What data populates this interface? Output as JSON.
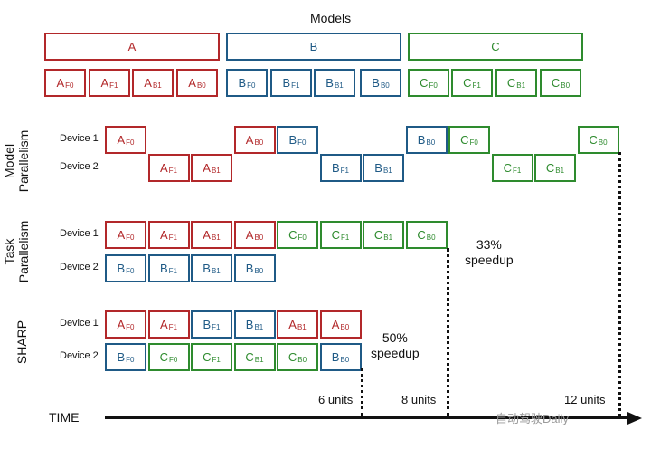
{
  "title": "Models",
  "models": [
    {
      "label": "A",
      "color": "red"
    },
    {
      "label": "B",
      "color": "blue"
    },
    {
      "label": "C",
      "color": "green"
    }
  ],
  "sub_blocks": [
    {
      "main": "A",
      "sub": "F0",
      "color": "red"
    },
    {
      "main": "A",
      "sub": "F1",
      "color": "red"
    },
    {
      "main": "A",
      "sub": "B1",
      "color": "red"
    },
    {
      "main": "A",
      "sub": "B0",
      "color": "red"
    },
    {
      "main": "B",
      "sub": "F0",
      "color": "blue"
    },
    {
      "main": "B",
      "sub": "F1",
      "color": "blue"
    },
    {
      "main": "B",
      "sub": "B1",
      "color": "blue"
    },
    {
      "main": "B",
      "sub": "B0",
      "color": "blue"
    },
    {
      "main": "C",
      "sub": "F0",
      "color": "green"
    },
    {
      "main": "C",
      "sub": "F1",
      "color": "green"
    },
    {
      "main": "C",
      "sub": "B1",
      "color": "green"
    },
    {
      "main": "C",
      "sub": "B0",
      "color": "green"
    }
  ],
  "sections": [
    {
      "name": "Model Parallelism",
      "rows": [
        {
          "device": "Device 1",
          "blocks": [
            {
              "main": "A",
              "sub": "F0",
              "color": "red",
              "slot": 0
            },
            {
              "main": "A",
              "sub": "B0",
              "color": "red",
              "slot": 3
            },
            {
              "main": "B",
              "sub": "F0",
              "color": "blue",
              "slot": 4
            },
            {
              "main": "B",
              "sub": "B0",
              "color": "blue",
              "slot": 7
            },
            {
              "main": "C",
              "sub": "F0",
              "color": "green",
              "slot": 8
            },
            {
              "main": "C",
              "sub": "B0",
              "color": "green",
              "slot": 11
            }
          ]
        },
        {
          "device": "Device 2",
          "blocks": [
            {
              "main": "A",
              "sub": "F1",
              "color": "red",
              "slot": 1
            },
            {
              "main": "A",
              "sub": "B1",
              "color": "red",
              "slot": 2
            },
            {
              "main": "B",
              "sub": "F1",
              "color": "blue",
              "slot": 5
            },
            {
              "main": "B",
              "sub": "B1",
              "color": "blue",
              "slot": 6
            },
            {
              "main": "C",
              "sub": "F1",
              "color": "green",
              "slot": 9
            },
            {
              "main": "C",
              "sub": "B1",
              "color": "green",
              "slot": 10
            }
          ]
        }
      ]
    },
    {
      "name": "Task Parallelism",
      "rows": [
        {
          "device": "Device 1",
          "blocks": [
            {
              "main": "A",
              "sub": "F0",
              "color": "red",
              "slot": 0
            },
            {
              "main": "A",
              "sub": "F1",
              "color": "red",
              "slot": 1
            },
            {
              "main": "A",
              "sub": "B1",
              "color": "red",
              "slot": 2
            },
            {
              "main": "A",
              "sub": "B0",
              "color": "red",
              "slot": 3
            },
            {
              "main": "C",
              "sub": "F0",
              "color": "green",
              "slot": 4
            },
            {
              "main": "C",
              "sub": "F1",
              "color": "green",
              "slot": 5
            },
            {
              "main": "C",
              "sub": "B1",
              "color": "green",
              "slot": 6
            },
            {
              "main": "C",
              "sub": "B0",
              "color": "green",
              "slot": 7
            }
          ]
        },
        {
          "device": "Device 2",
          "blocks": [
            {
              "main": "B",
              "sub": "F0",
              "color": "blue",
              "slot": 0
            },
            {
              "main": "B",
              "sub": "F1",
              "color": "blue",
              "slot": 1
            },
            {
              "main": "B",
              "sub": "B1",
              "color": "blue",
              "slot": 2
            },
            {
              "main": "B",
              "sub": "B0",
              "color": "blue",
              "slot": 3
            }
          ]
        }
      ]
    },
    {
      "name": "SHARP",
      "rows": [
        {
          "device": "Device 1",
          "blocks": [
            {
              "main": "A",
              "sub": "F0",
              "color": "red",
              "slot": 0
            },
            {
              "main": "A",
              "sub": "F1",
              "color": "red",
              "slot": 1
            },
            {
              "main": "B",
              "sub": "F1",
              "color": "blue",
              "slot": 2
            },
            {
              "main": "B",
              "sub": "B1",
              "color": "blue",
              "slot": 3
            },
            {
              "main": "A",
              "sub": "B1",
              "color": "red",
              "slot": 4
            },
            {
              "main": "A",
              "sub": "B0",
              "color": "red",
              "slot": 5
            }
          ]
        },
        {
          "device": "Device 2",
          "blocks": [
            {
              "main": "B",
              "sub": "F0",
              "color": "blue",
              "slot": 0
            },
            {
              "main": "C",
              "sub": "F0",
              "color": "green",
              "slot": 1
            },
            {
              "main": "C",
              "sub": "F1",
              "color": "green",
              "slot": 2
            },
            {
              "main": "C",
              "sub": "B1",
              "color": "green",
              "slot": 3
            },
            {
              "main": "C",
              "sub": "B0",
              "color": "green",
              "slot": 4
            },
            {
              "main": "B",
              "sub": "B0",
              "color": "blue",
              "slot": 5
            }
          ]
        }
      ]
    }
  ],
  "speedups": {
    "task": "33%\nspeedup",
    "sharp": "50%\nspeedup"
  },
  "units": {
    "six": "6 units",
    "eight": "8 units",
    "twelve": "12 units"
  },
  "time_label": "TIME",
  "watermark": "自动驾驶Daily",
  "colors": {
    "red": "#b2282a",
    "blue": "#1f5a86",
    "green": "#2e8b2e"
  }
}
